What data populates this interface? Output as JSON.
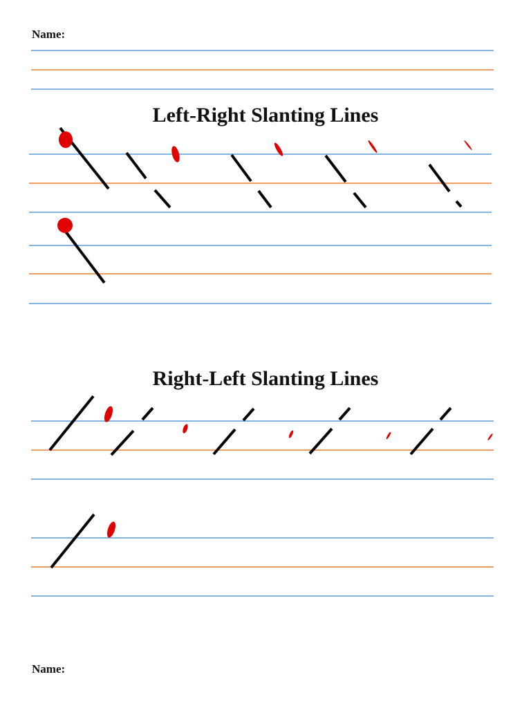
{
  "worksheet": {
    "name_label_top": "Name:",
    "name_label_bottom": "Name:",
    "section1_title": "Left-Right Slanting Lines",
    "section2_title": "Right-Left Slanting Lines"
  },
  "colors": {
    "blue_line": "#5b9bd5",
    "orange_line": "#ed7d31",
    "stroke": "#000000",
    "start_dot": "#e00000"
  }
}
